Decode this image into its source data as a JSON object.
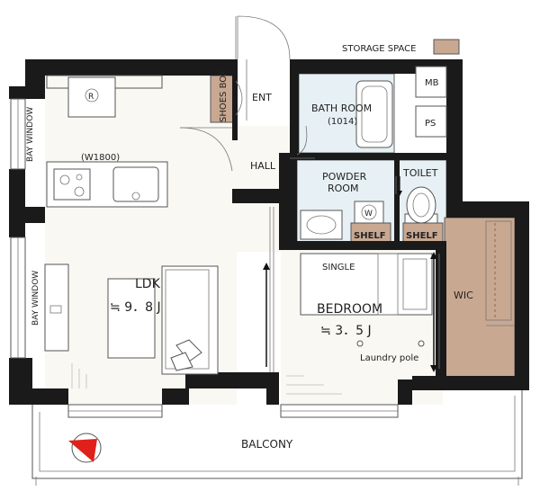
{
  "legend": {
    "label": "STORAGE SPACE",
    "swatch_color": "#c9a892"
  },
  "rooms": {
    "mb": "MB",
    "ps": "PS",
    "ent": "ENT",
    "shoes_box": "SHOES BOX",
    "hall": "HALL",
    "bath_room": "BATH ROOM",
    "bath_size": "(1014)",
    "powder_room_line1": "POWDER",
    "powder_room_line2": "ROOM",
    "toilet": "TOILET",
    "shelf_1": "SHELF",
    "shelf_2": "SHELF",
    "washer_symbol": "W",
    "fridge_symbol": "R",
    "kitchen_width": "(W1800)",
    "ldk": "LDK",
    "ldk_size": "≒ 9．8 J",
    "single": "SINGLE",
    "bedroom": "BEDROOM",
    "bedroom_size": "≒ 3．5 J",
    "laundry_pole": "Laundry pole",
    "wic": "WIC",
    "bay_window_top": "BAY WINDOW",
    "bay_window_left": "BAY WINDOW",
    "balcony": "BALCONY"
  },
  "colors": {
    "wall": "#1a1a1a",
    "storage": "#c9a892",
    "wet_area": "#e7f0f4",
    "compass_red": "#e0201a"
  }
}
